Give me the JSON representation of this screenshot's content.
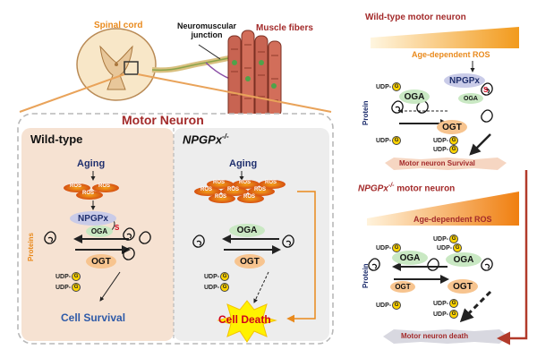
{
  "anatomy": {
    "spinal_cord": "Spinal cord",
    "nmj": "Neuromuscular junction",
    "muscle_fibers": "Muscle fibers"
  },
  "main_title": "Motor Neuron",
  "wt_panel": {
    "title": "Wild-type",
    "aging": "Aging",
    "ros": [
      "ROS",
      "ROS",
      "ROS"
    ],
    "npgpx": "NPGPx",
    "oga": "OGA",
    "s_mark": "S",
    "proteins": "Proteins",
    "ogt": "OGT",
    "udp": "UDP-",
    "g": "G",
    "outcome": "Cell Survival"
  },
  "ko_panel": {
    "title_base": "NPGPx",
    "title_sup": "-/-",
    "aging": "Aging",
    "ros": [
      "ROS",
      "ROS",
      "ROS",
      "ROS",
      "ROS",
      "ROS",
      "ROS",
      "ROS"
    ],
    "oga": "OGA",
    "ogt": "OGT",
    "udp": "UDP-",
    "g": "G",
    "outcome": "Cell Death"
  },
  "right_top": {
    "title": "Wild-type motor neuron",
    "ros_label": "Age-dependent ROS",
    "npgpx": "NPGPx",
    "s_mark": "S",
    "oga_small": "OGA",
    "oga": "OGA",
    "ogt": "OGT",
    "protein": "Protein",
    "udp": "UDP-",
    "g": "G",
    "outcome": "Motor neuron Survival"
  },
  "right_bottom": {
    "title_base": "NPGPx",
    "title_sup": "-/-",
    "title_rest": " motor neuron",
    "ros_label": "Age-dependent ROS",
    "oga": "OGA",
    "ogt": "OGT",
    "protein": "Protein",
    "udp": "UDP-",
    "g": "G",
    "outcome": "Motor neuron death"
  },
  "colors": {
    "wt_panel_bg": "#f6e2d2",
    "ko_panel_bg": "#ededed",
    "orange": "#e98a1d",
    "dark_red": "#a32a2a",
    "navy": "#1f2f6e",
    "oga_green": "#c9e8c3",
    "ogt_orange": "#f7c48f",
    "npgpx_blue": "#c9cbe8",
    "survival_blue": "#2e5aa8",
    "death_red": "#d0021b",
    "death_star": "#fff200"
  }
}
